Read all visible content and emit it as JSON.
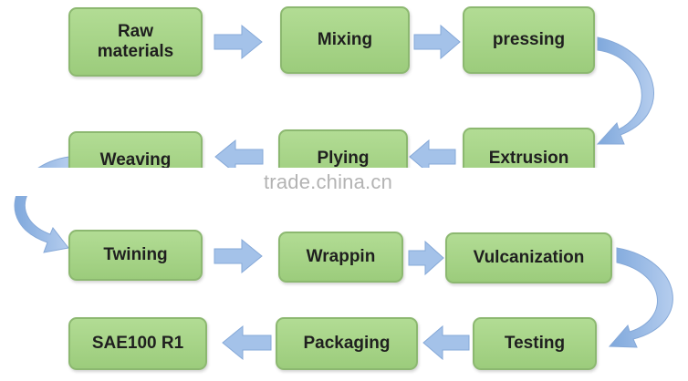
{
  "diagram": {
    "steps": [
      {
        "label": "Raw materials"
      },
      {
        "label": "Mixing"
      },
      {
        "label": "pressing"
      },
      {
        "label": "Extrusion"
      },
      {
        "label": "Plying"
      },
      {
        "label": "Weaving"
      },
      {
        "label": "Twining"
      },
      {
        "label": "Wrappin"
      },
      {
        "label": "Vulcanization"
      },
      {
        "label": "Testing"
      },
      {
        "label": "Packaging"
      },
      {
        "label": "SAE100 R1"
      }
    ],
    "colors": {
      "box_fill": "#a6d486",
      "box_border": "#8cb870",
      "arrow_fill": "#9cbde6",
      "arrow_edge": "#7fa3d4"
    }
  },
  "watermark": "trade.china.cn"
}
